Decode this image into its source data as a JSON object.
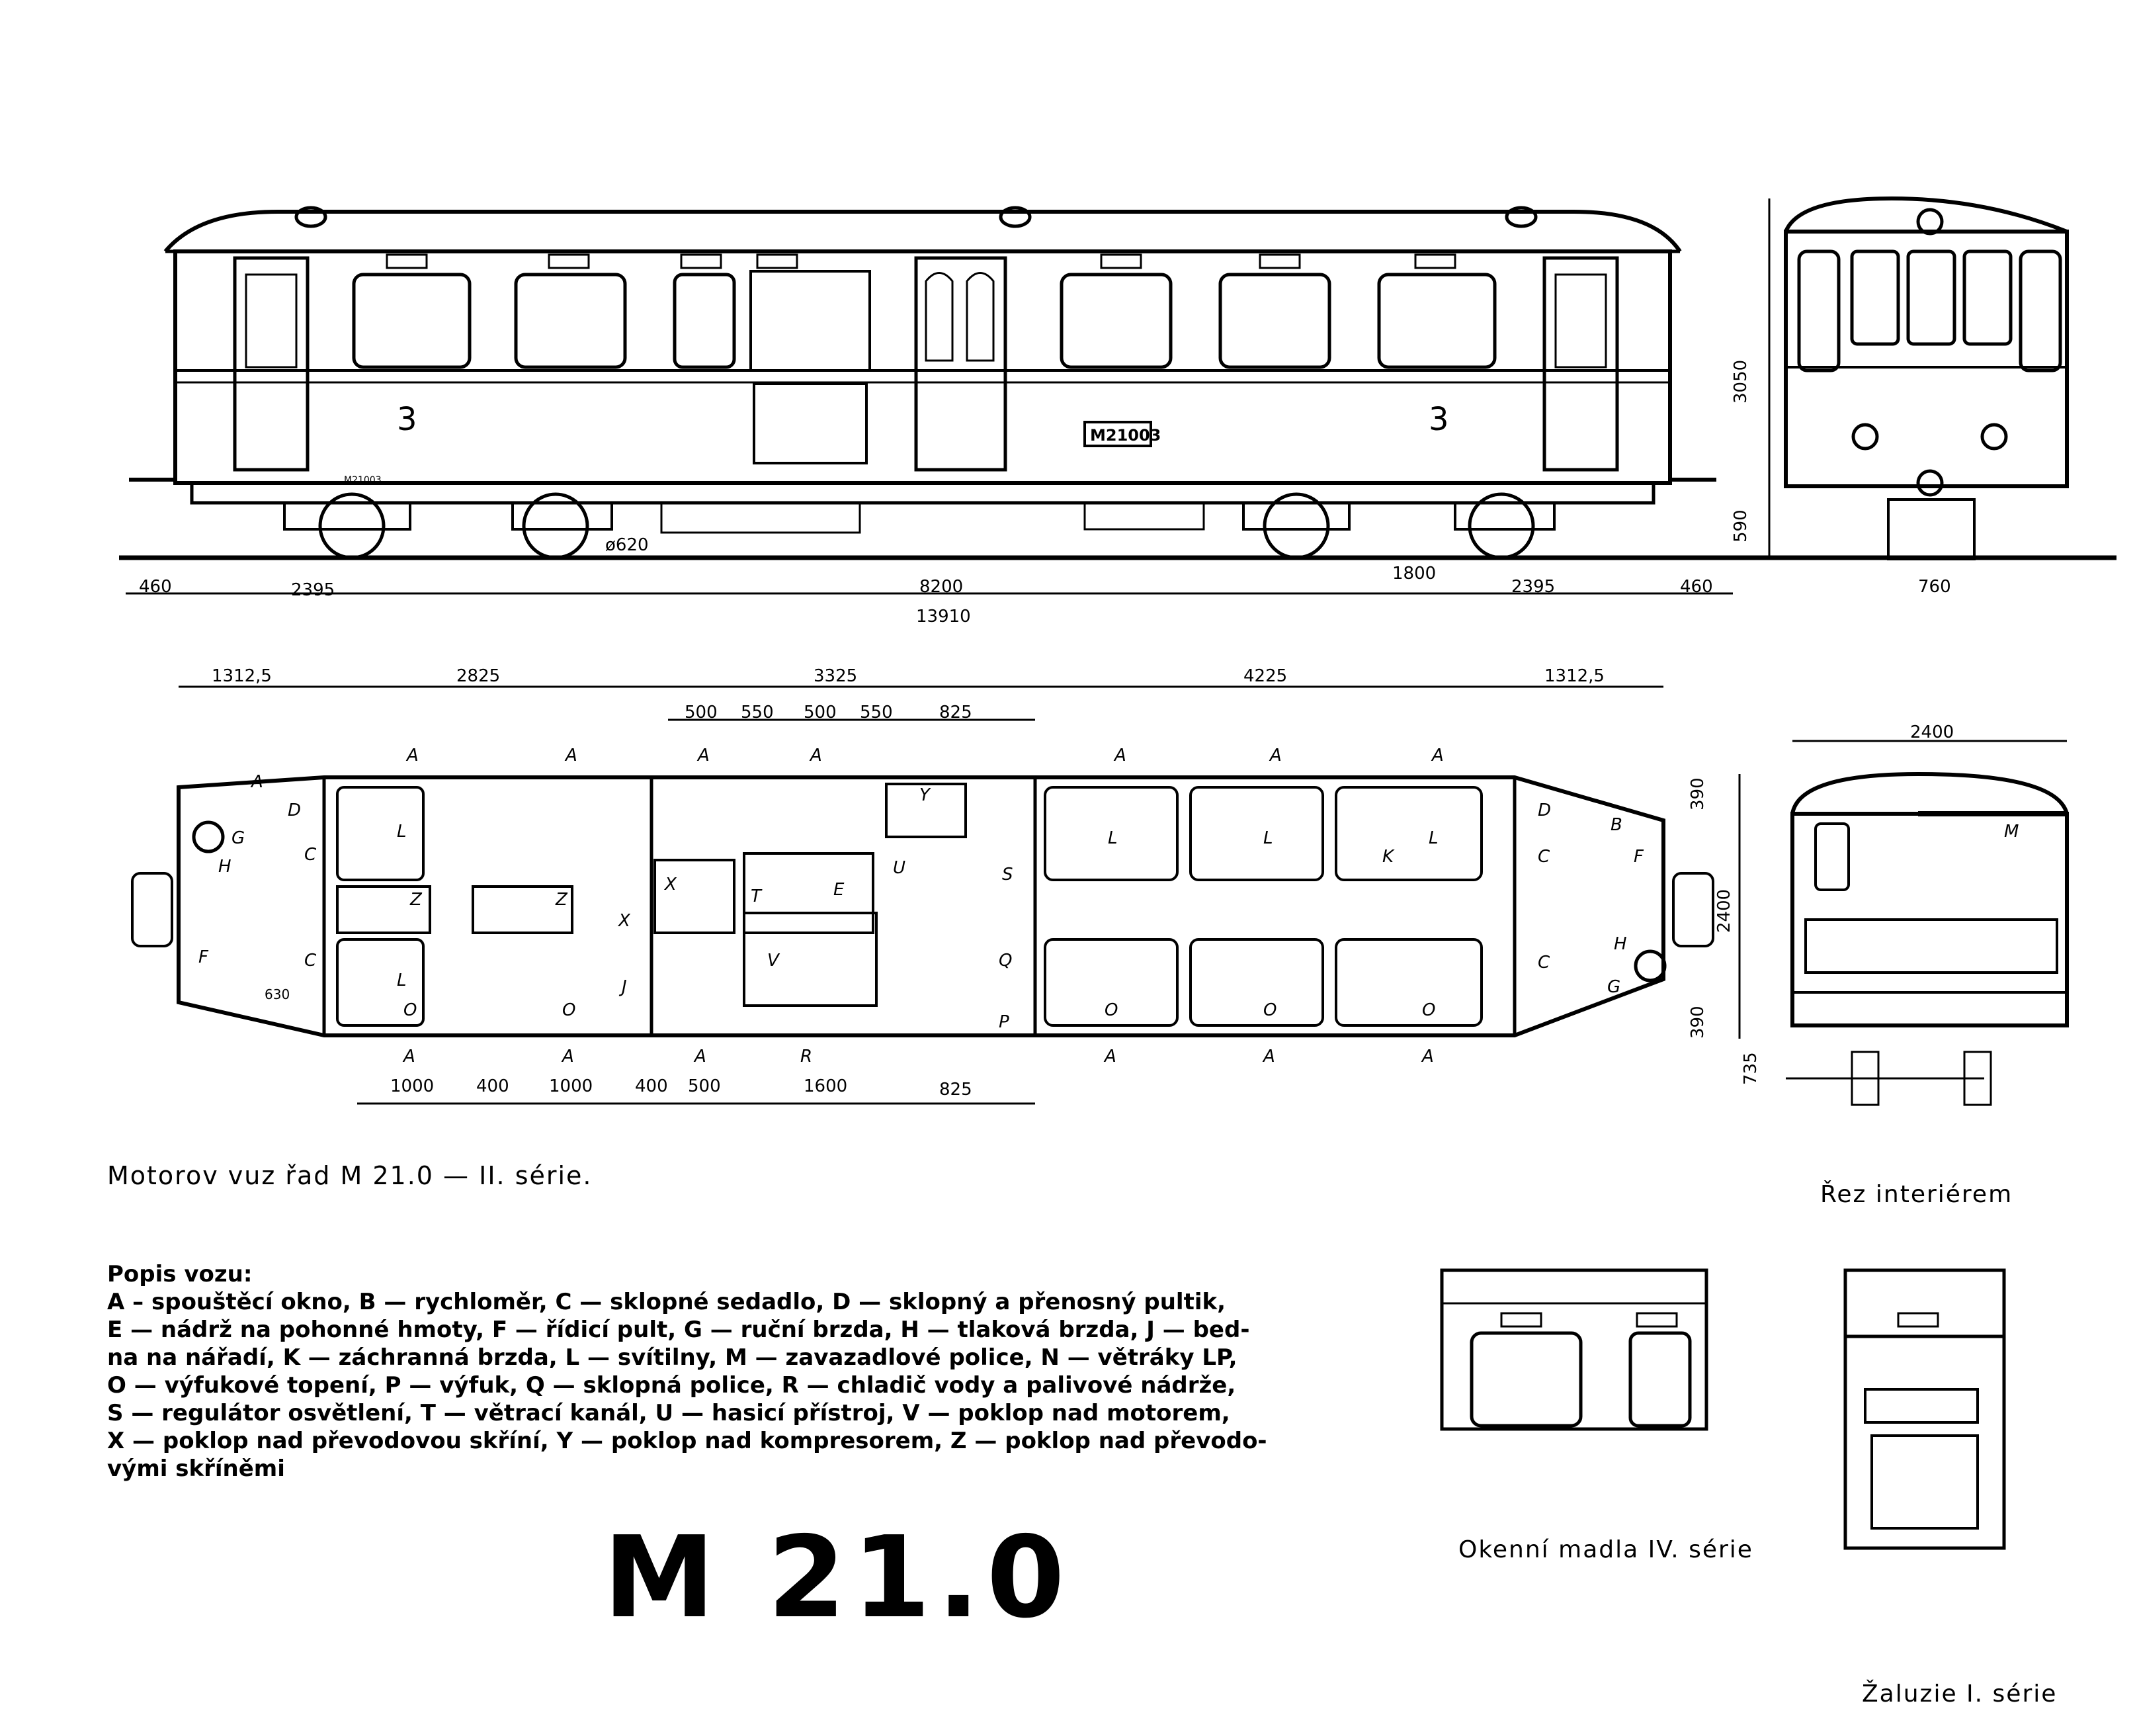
{
  "captions": {
    "main": "Motorov  vuz řad   M  21.0  —  II. série.",
    "interior": "Řez interiérem",
    "handles": "Okenní madla IV. série",
    "louvre": "Žaluzie I. série"
  },
  "legend": {
    "title": "Popis vozu:",
    "lines": [
      "A  – spouštěcí okno, B — rychloměr, C — sklopné sedadlo, D — sklopný a přenosný pultik,",
      "E — nádrž na pohonné hmoty, F — řídicí pult, G — ruční brzda, H — tlaková brzda, J — bed-",
      "na na nářadí, K — záchranná brzda, L — svítilny, M — zavazadlové police, N — větráky LP,",
      "O — výfukové topení, P — výfuk, Q — sklopná police, R — chladič vody a palivové nádrže,",
      "S — regulátor osvětlení, T — větrací kanál, U — hasicí přístroj, V — poklop nad motorem,",
      "X — poklop nad převodovou skříní, Y — poklop nad kompresorem, Z — poklop nad převodo-",
      "vými skříněmi"
    ]
  },
  "model": "M 21.0",
  "side_view": {
    "number_mark": "3",
    "plate": "M21003",
    "small_plate": "M21003",
    "wheel_diameter": "ø620",
    "dims": {
      "overhang_left": "460",
      "end_left": "2395",
      "wheelbase": "8200",
      "total_length": "13910",
      "bogie": "1800",
      "end_right": "2395",
      "overhang_right": "460"
    }
  },
  "end_view": {
    "height": "3050",
    "floor_height": "590",
    "gauge_detail": "760"
  },
  "plan_view": {
    "top_dims": [
      "1312,5",
      "2825",
      "3325",
      "4225",
      "1312,5"
    ],
    "sub_dims": [
      "500",
      "550",
      "500",
      "550",
      "825"
    ],
    "bottom_dims": [
      "1000",
      "400",
      "1000",
      "400",
      "500",
      "1600",
      "825"
    ],
    "side_dims": [
      "390",
      "2400",
      "390"
    ],
    "detail_dim": "630"
  },
  "section_view": {
    "width": "2400",
    "height": "735"
  },
  "letters": {
    "A": "A",
    "B": "B",
    "C": "C",
    "D": "D",
    "E": "E",
    "F": "F",
    "G": "G",
    "H": "H",
    "J": "J",
    "K": "K",
    "L": "L",
    "M": "M",
    "O": "O",
    "P": "P",
    "Q": "Q",
    "R": "R",
    "S": "S",
    "T": "T",
    "U": "U",
    "V": "V",
    "X": "X",
    "Y": "Y",
    "Z": "Z"
  }
}
